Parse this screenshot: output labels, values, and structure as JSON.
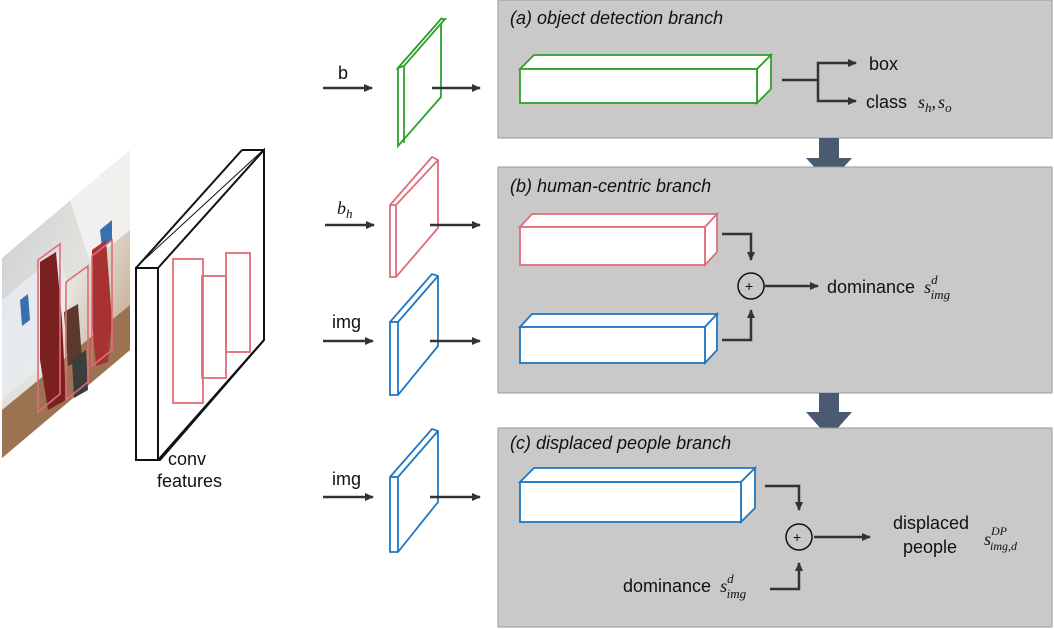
{
  "colors": {
    "panel_fill": "#c9c9c9",
    "green": "#2ca02c",
    "red": "#e06c7a",
    "blue": "#1f77c4",
    "big_arrow": "#4a5a70"
  },
  "inputs": {
    "b": "b",
    "b_h": "b",
    "b_h_sub": "h",
    "img1": "img",
    "img2": "img"
  },
  "conv": {
    "line1": "conv",
    "line2": "features"
  },
  "branches": {
    "a": {
      "title": "(a) object detection branch",
      "out_box": "box",
      "out_class": "class",
      "class_s1": "s",
      "class_s1_sub": "h",
      "sep": ",",
      "class_s2": "s",
      "class_s2_sub": "o"
    },
    "b": {
      "title": "(b) human-centric branch",
      "plus": "+",
      "out_label": "dominance",
      "sym": "s",
      "sup": "d",
      "sub": "img"
    },
    "c": {
      "title": "(c) displaced people branch",
      "plus": "+",
      "in_label": "dominance",
      "in_sym": "s",
      "in_sup": "d",
      "in_sub": "img",
      "out_line1": "displaced",
      "out_line2": "people",
      "out_sym": "s",
      "out_sup": "DP",
      "out_sub": "img,d"
    }
  }
}
